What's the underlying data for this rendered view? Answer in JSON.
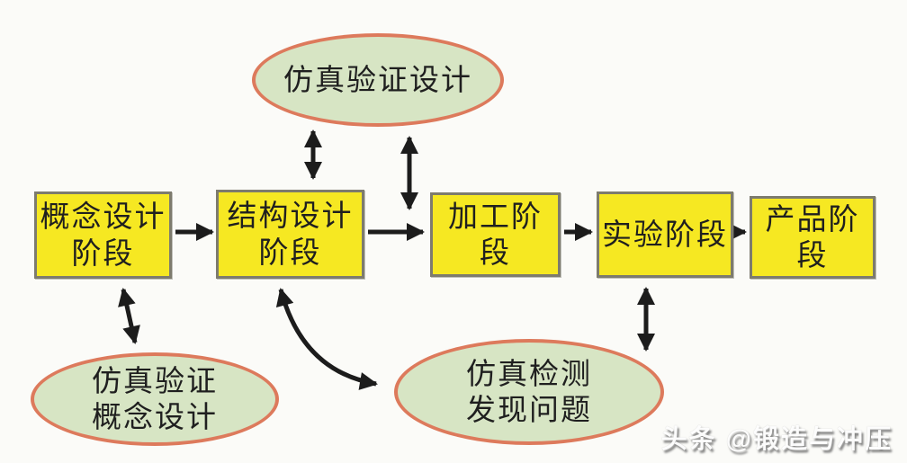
{
  "diagram": {
    "nodes": {
      "ellipse_top": {
        "label": "仿真验证设计"
      },
      "box_concept": {
        "label": "概念设计\n阶段"
      },
      "box_structure": {
        "label": "结构设计\n阶段"
      },
      "box_processing": {
        "label": "加工阶段"
      },
      "box_experiment": {
        "label": "实验阶段"
      },
      "box_product": {
        "label": "产品阶段"
      },
      "ellipse_verify_concept": {
        "label": "仿真验证\n概念设计"
      },
      "ellipse_detect": {
        "label": "仿真检测\n发现问题"
      }
    },
    "colors": {
      "box_fill": "#f6e822",
      "box_border": "#7d7b6e",
      "ellipse_fill": "#d7e5c4",
      "ellipse_border": "#dd7a5c",
      "arrow": "#1c1c1c"
    },
    "watermark": "头条 @锻造与冲压"
  }
}
